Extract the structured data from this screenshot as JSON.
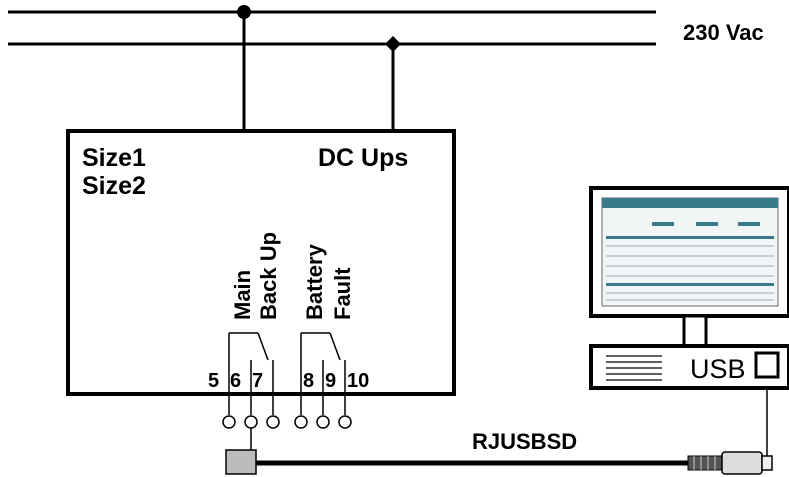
{
  "supply": {
    "label": "230 Vac"
  },
  "ups": {
    "size_labels": [
      "Size1",
      "Size2"
    ],
    "title": "DC Ups",
    "relay_labels": [
      "Main",
      "Back Up",
      "Battery",
      "Fault"
    ],
    "terminals": [
      "5",
      "6",
      "7",
      "8",
      "9",
      "10"
    ]
  },
  "cable": {
    "label": "RJUSBSD"
  },
  "computer": {
    "port_label": "USB"
  }
}
